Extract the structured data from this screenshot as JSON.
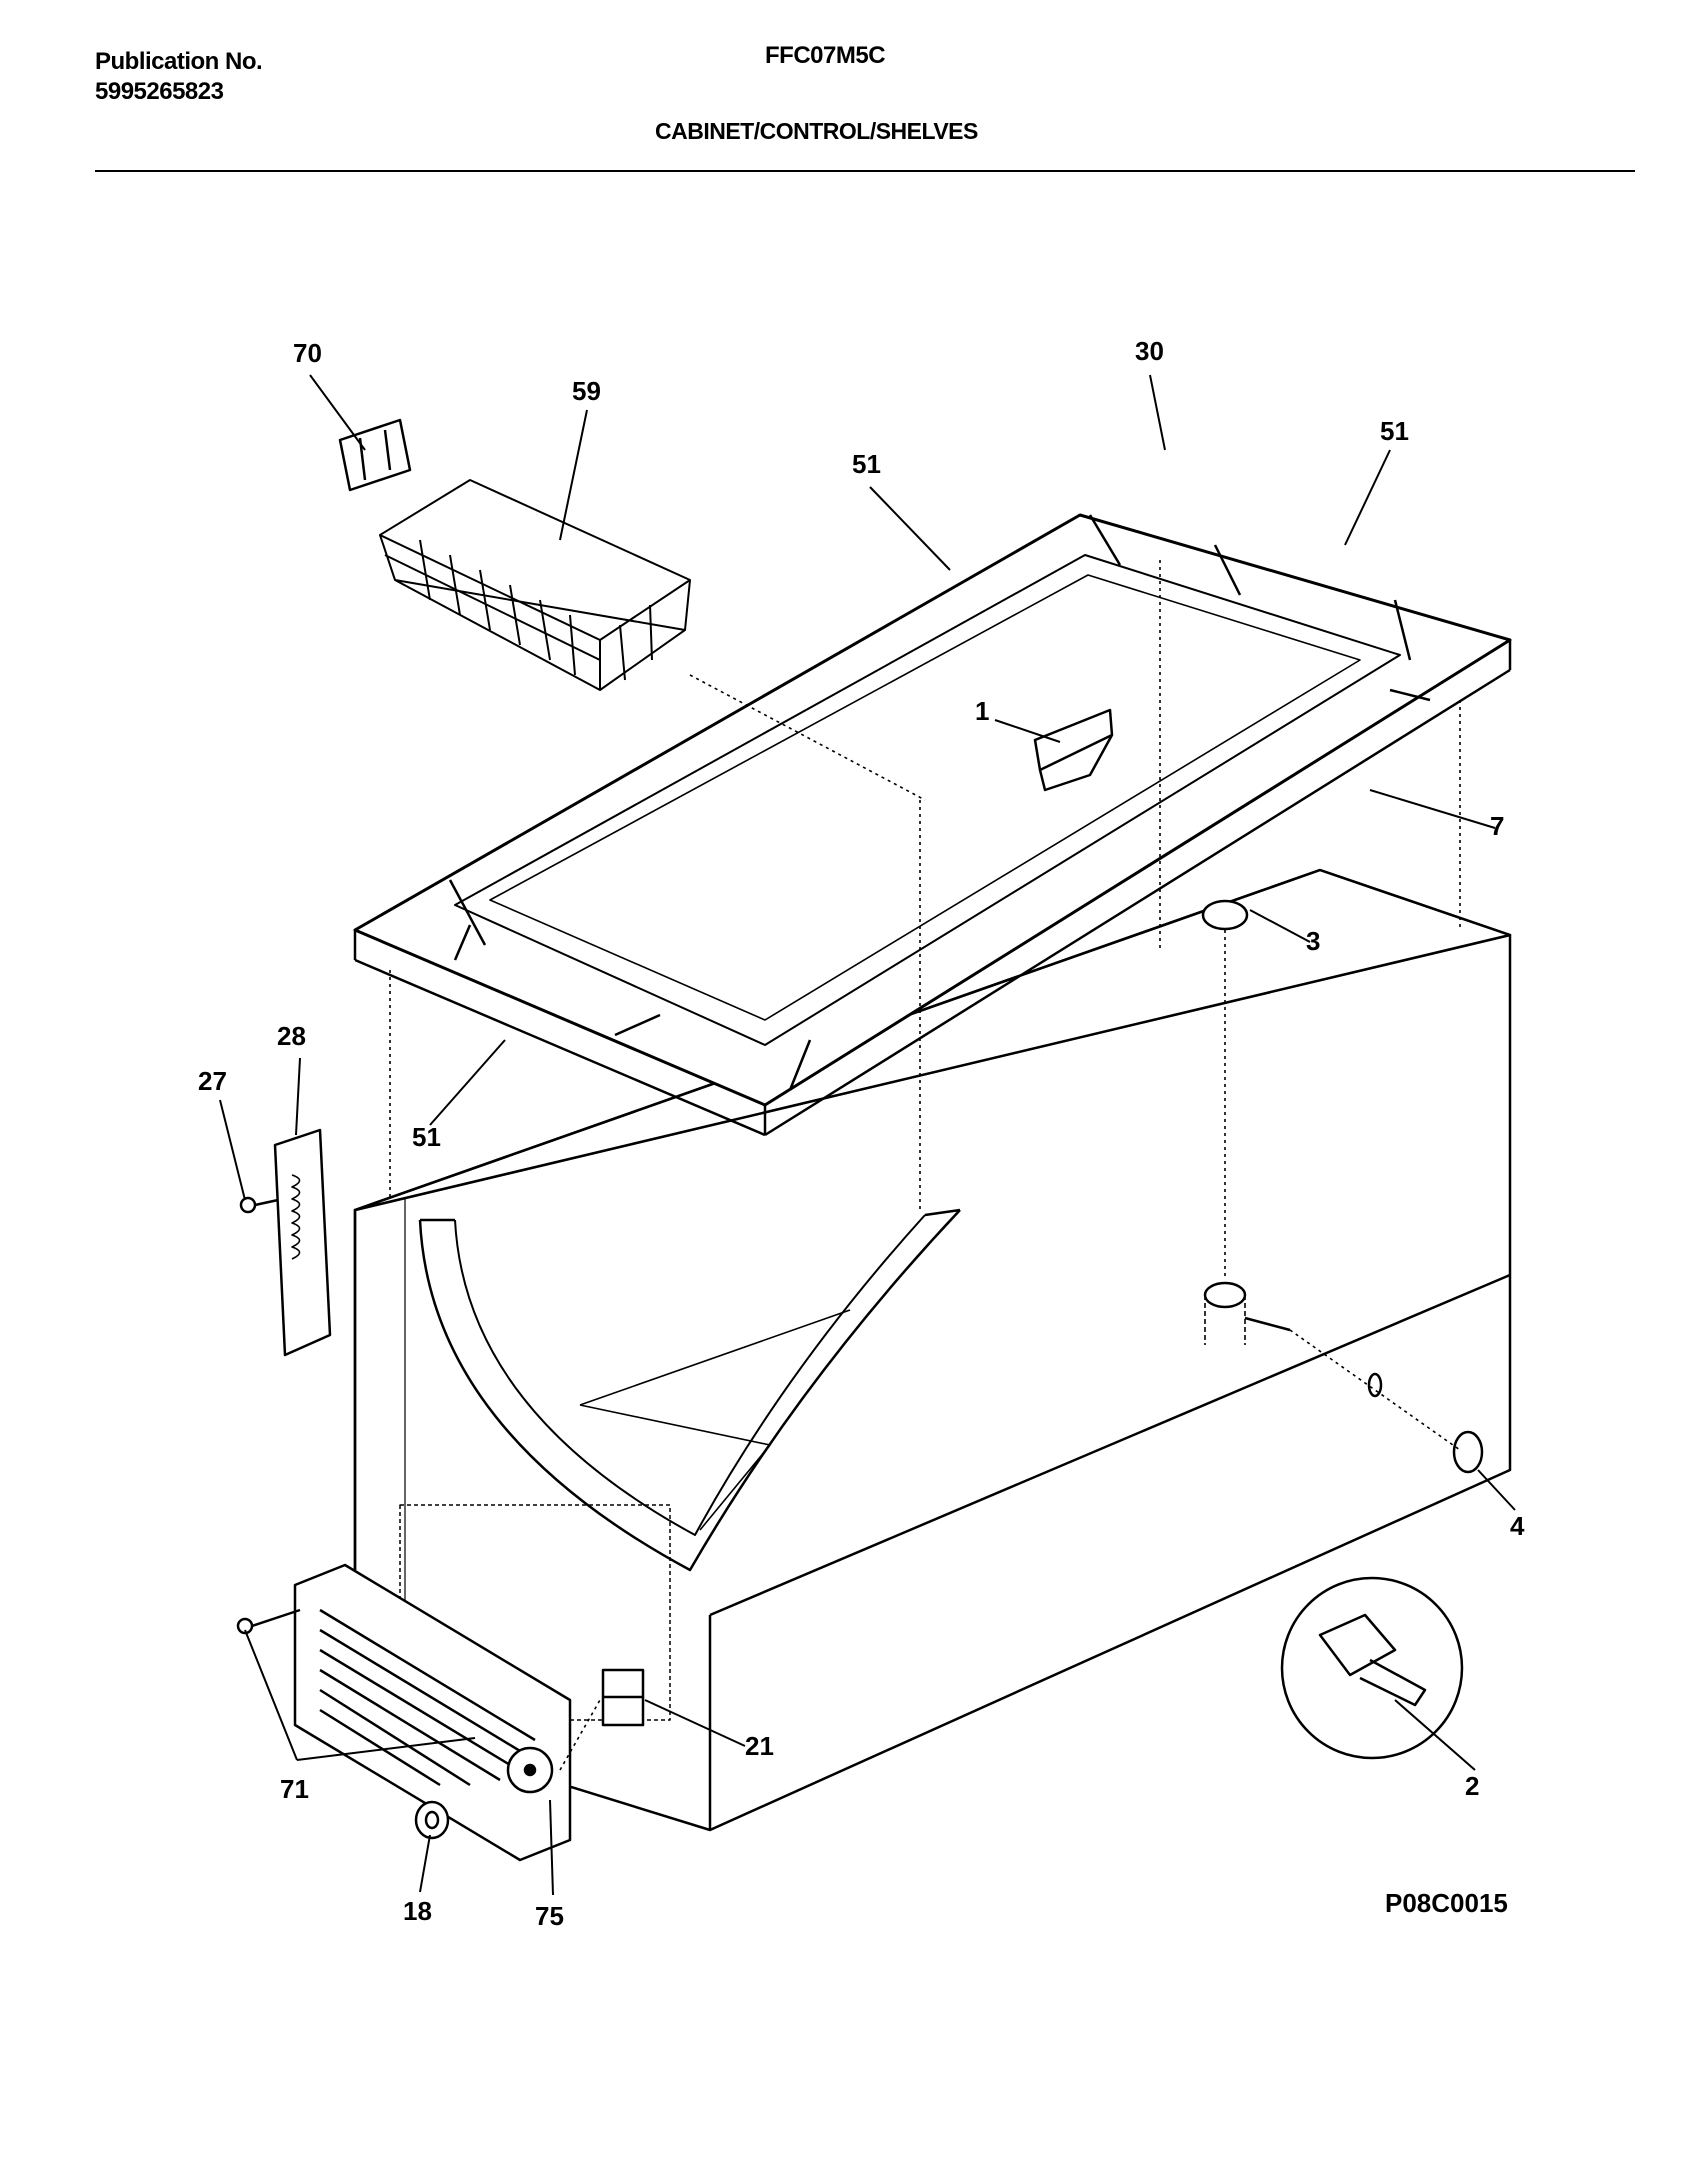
{
  "header": {
    "publication_label": "Publication No.",
    "publication_number": "5995265823",
    "model": "FFC07M5C",
    "section_title": "CABINET/CONTROL/SHELVES"
  },
  "diagram": {
    "callouts": [
      "70",
      "59",
      "30",
      "51",
      "51",
      "1",
      "7",
      "3",
      "28",
      "27",
      "51",
      "4",
      "2",
      "21",
      "71",
      "18",
      "75"
    ],
    "figure_code": "P08C0015"
  },
  "footer": {
    "left": "",
    "center": ""
  }
}
